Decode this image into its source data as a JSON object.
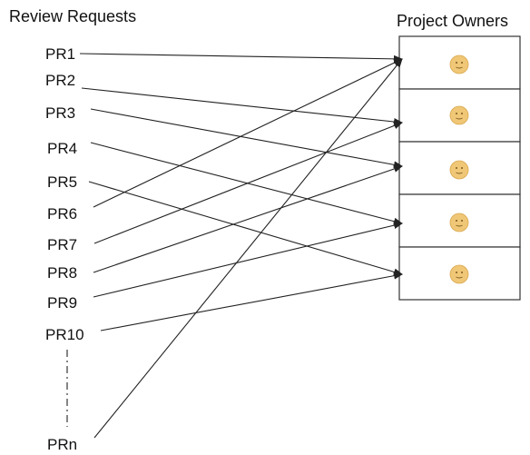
{
  "headings": {
    "left": "Review Requests",
    "right": "Project Owners"
  },
  "requests": [
    {
      "label": "PR1",
      "target": 0
    },
    {
      "label": "PR2",
      "target": 1
    },
    {
      "label": "PR3",
      "target": 2
    },
    {
      "label": "PR4",
      "target": 3
    },
    {
      "label": "PR5",
      "target": 4
    },
    {
      "label": "PR6",
      "target": 0
    },
    {
      "label": "PR7",
      "target": 1
    },
    {
      "label": "PR8",
      "target": 2
    },
    {
      "label": "PR9",
      "target": 3
    },
    {
      "label": "PR10",
      "target": 4
    },
    {
      "label": "PRn",
      "target": 0
    }
  ],
  "owners": [
    {
      "icon": "smiley-face-icon"
    },
    {
      "icon": "smiley-face-icon"
    },
    {
      "icon": "smiley-face-icon"
    },
    {
      "icon": "smiley-face-icon"
    },
    {
      "icon": "smiley-face-icon"
    }
  ],
  "colors": {
    "face": "#f0c776",
    "line": "#222222"
  }
}
